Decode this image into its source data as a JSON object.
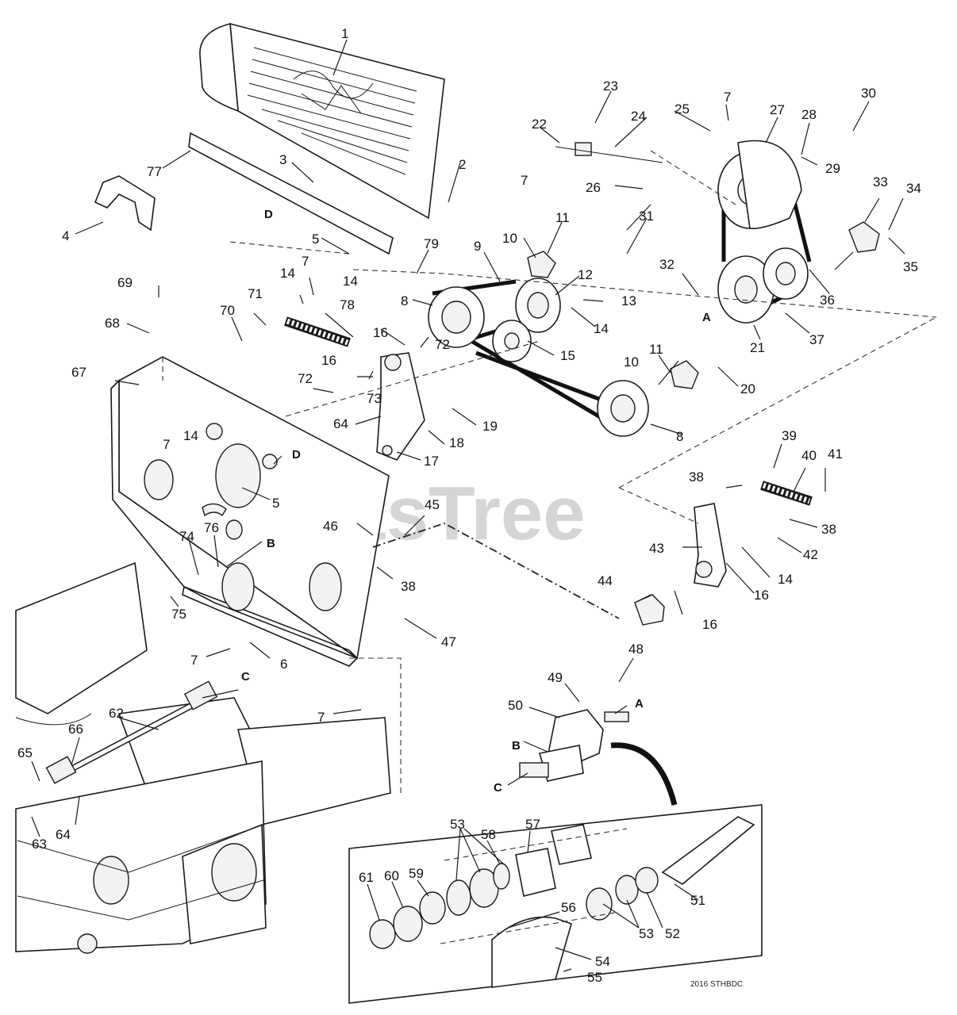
{
  "watermark": "PartsTree",
  "drawing_code": "2016 STHBDC",
  "reference_letters": [
    "A",
    "B",
    "C",
    "D"
  ],
  "callouts": [
    "1",
    "2",
    "3",
    "4",
    "5",
    "6",
    "7",
    "8",
    "9",
    "10",
    "11",
    "12",
    "13",
    "14",
    "15",
    "16",
    "17",
    "18",
    "19",
    "20",
    "21",
    "22",
    "23",
    "24",
    "25",
    "26",
    "27",
    "28",
    "29",
    "30",
    "31",
    "32",
    "33",
    "34",
    "35",
    "36",
    "37",
    "38",
    "39",
    "40",
    "41",
    "42",
    "43",
    "44",
    "45",
    "46",
    "47",
    "48",
    "49",
    "50",
    "51",
    "52",
    "53",
    "54",
    "55",
    "56",
    "57",
    "58",
    "59",
    "60",
    "61",
    "62",
    "63",
    "64",
    "65",
    "66",
    "67",
    "68",
    "69",
    "70",
    "71",
    "72",
    "73",
    "74",
    "75",
    "76",
    "77",
    "78",
    "79"
  ]
}
